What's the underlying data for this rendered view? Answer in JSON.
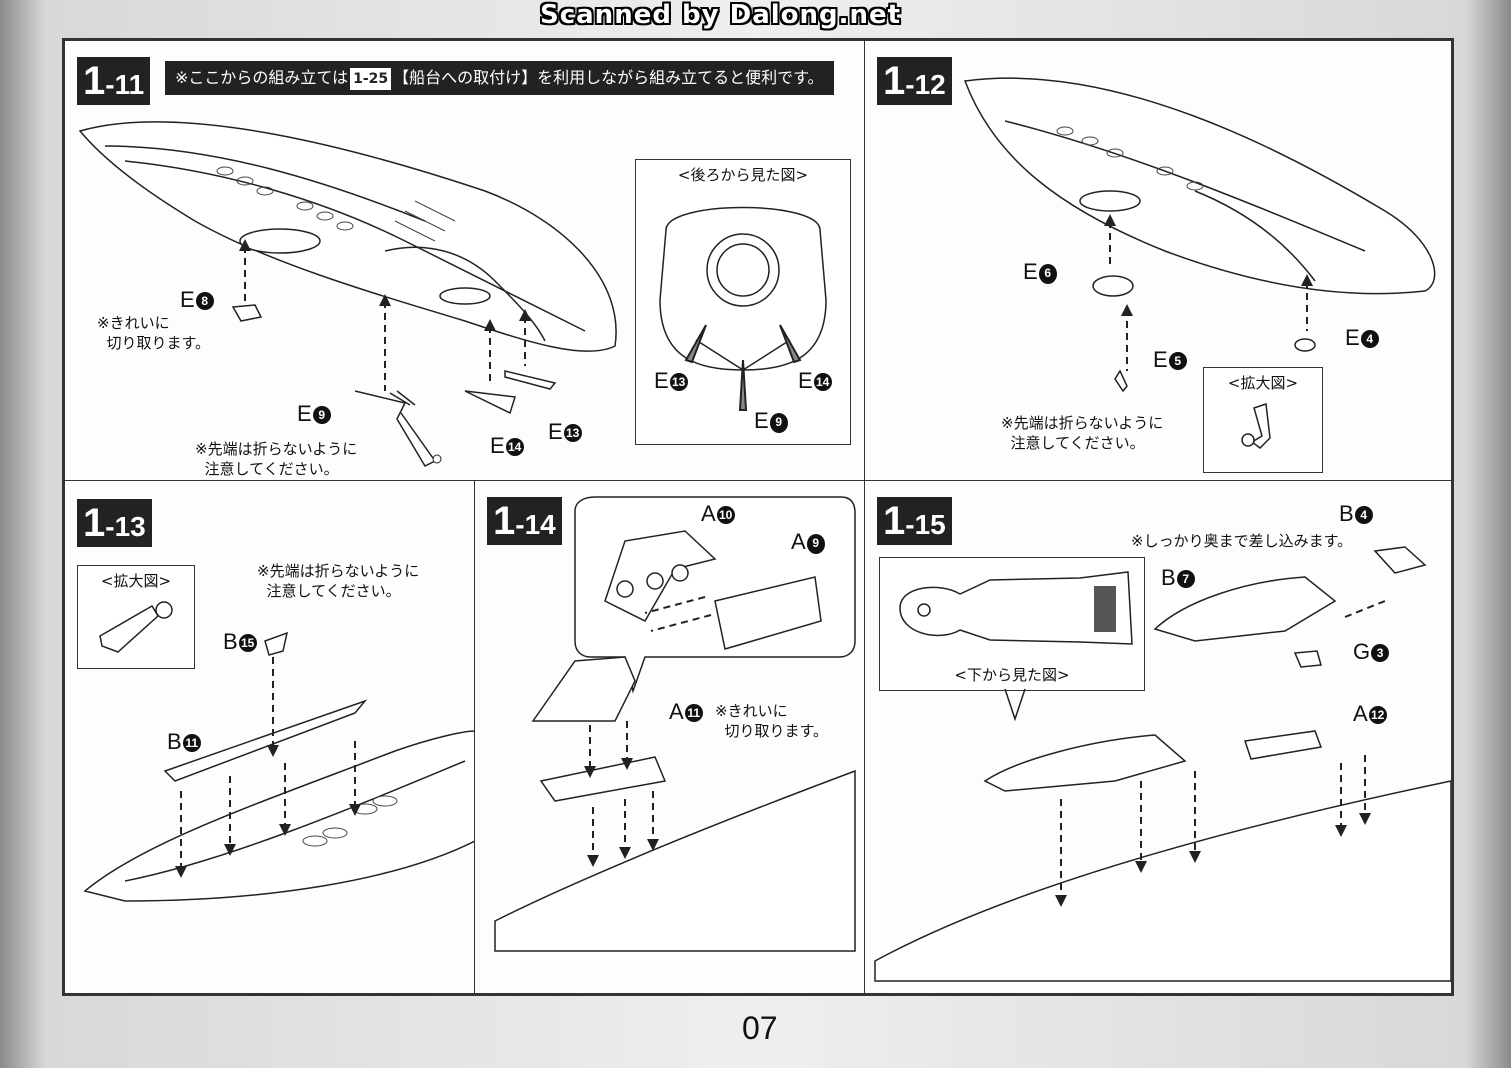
{
  "header": {
    "scan_credit": "Scanned by Dalong.net"
  },
  "page_number": "07",
  "steps": {
    "s11": {
      "num": "1",
      "sub": "-11",
      "banner_pre": "※ここからの組み立ては",
      "banner_ref": "1-25",
      "banner_post": "【船台への取付け】を利用しながら組み立てると便利です。",
      "note_clean_1": "※きれいに",
      "note_clean_2": "切り取ります。",
      "note_tip_1": "※先端は折らないように",
      "note_tip_2": "注意してください。",
      "inset_caption": "<後ろから見た図>",
      "labels": {
        "e8": "8",
        "e9": "9",
        "e14": "14",
        "e13": "13",
        "i13": "13",
        "i14": "14",
        "i9": "9"
      },
      "letter": "E"
    },
    "s12": {
      "num": "1",
      "sub": "-12",
      "note_tip_1": "※先端は折らないように",
      "note_tip_2": "注意してください。",
      "inset_caption": "<拡大図>",
      "letter": "E",
      "labels": {
        "e6": "6",
        "e5": "5",
        "e4": "4"
      }
    },
    "s13": {
      "num": "1",
      "sub": "-13",
      "inset_caption": "<拡大図>",
      "note_tip_1": "※先端は折らないように",
      "note_tip_2": "注意してください。",
      "letter": "B",
      "labels": {
        "b15": "15",
        "b11": "11"
      }
    },
    "s14": {
      "num": "1",
      "sub": "-14",
      "letter": "A",
      "labels": {
        "a10": "10",
        "a9": "9",
        "a11": "11"
      },
      "note_clean_1": "※きれいに",
      "note_clean_2": "切り取ります。"
    },
    "s15": {
      "num": "1",
      "sub": "-15",
      "note_insert": "※しっかり奥まで差し込みます。",
      "inset_caption": "<下から見た図>",
      "labels": {
        "b4": "B",
        "b4n": "4",
        "b7": "B",
        "b7n": "7",
        "g3": "G",
        "g3n": "3",
        "a12": "A",
        "a12n": "12"
      }
    }
  }
}
